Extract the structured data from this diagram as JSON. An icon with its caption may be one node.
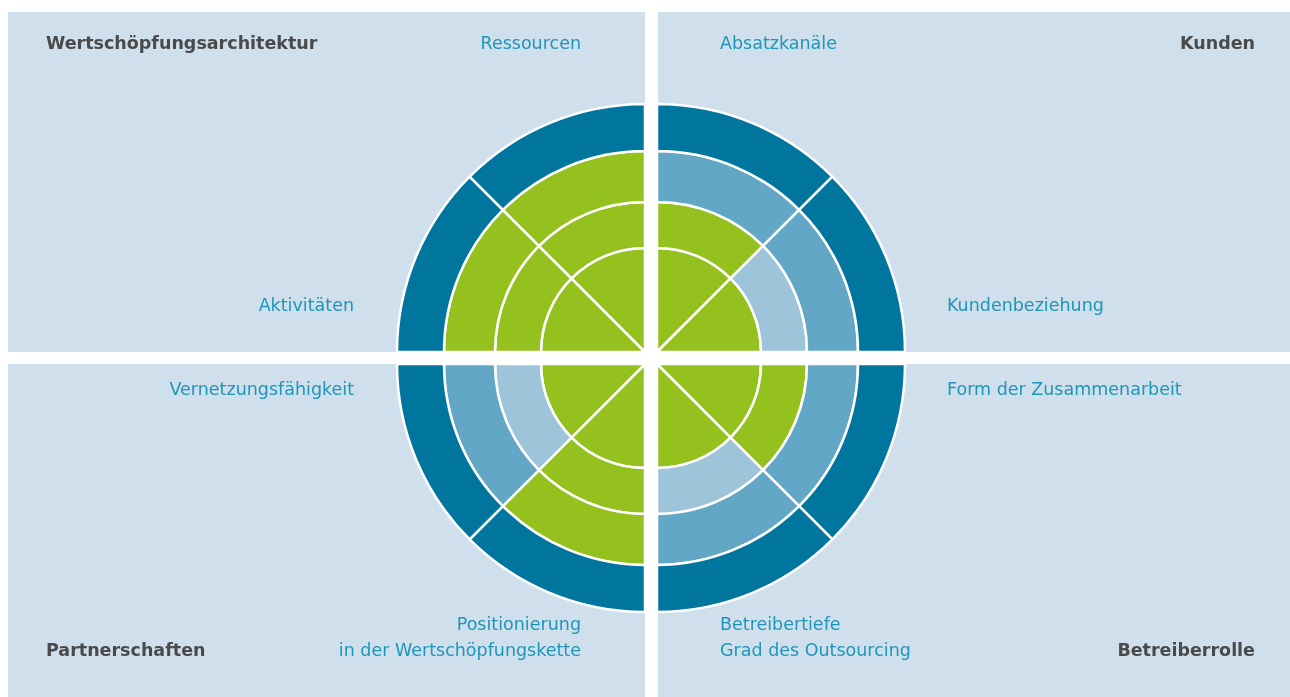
{
  "diagram": {
    "nodes": [
      {
        "text": [
          "Wertschöpfungsarchitektur",
          "Ressourcen",
          "Aktivitäten"
        ]
      },
      {
        "text": [
          "Absatzkanäle",
          "Kunden",
          "Kundenbeziehung"
        ]
      },
      {
        "text": [
          "Vernetzungsfähigkeit",
          "Positionierung",
          "Partnerschaften",
          "in der Wertschöpfungskette"
        ]
      },
      {
        "text": [
          "Form der Zusammenarbeit",
          "Betreibertiefe",
          "Grad des Outsourcing",
          "Betreiberrolle"
        ]
      }
    ]
  }
}
